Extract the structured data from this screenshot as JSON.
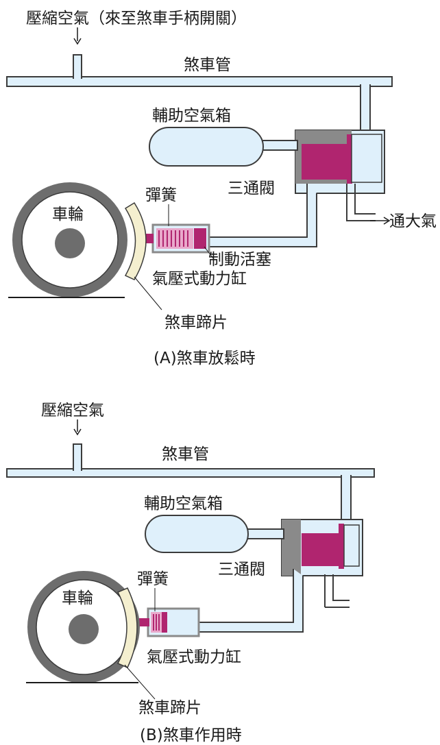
{
  "colors": {
    "pipe_fill": "#dff0fb",
    "pipe_stroke": "#3b3b3b",
    "piston": "#b0256f",
    "spring_fill": "#e9a9cb",
    "valve_body": "#8a8a8a",
    "shoe": "#f4efcf",
    "wheel_tire": "#6d6d6d",
    "hub": "#6d6d6d"
  },
  "panel_a": {
    "label_compressed_air": "壓縮空氣（來至煞車手柄開關）",
    "label_brake_pipe": "煞車管",
    "label_aux_tank": "輔助空氣箱",
    "label_triple_valve": "三通閥",
    "label_spring": "彈簧",
    "label_wheel": "車輪",
    "label_exhaust": "通大氣",
    "label_piston": "制動活塞",
    "label_cylinder": "氣壓式動力缸",
    "label_shoe": "煞車蹄片",
    "caption": "(A)煞車放鬆時"
  },
  "panel_b": {
    "label_compressed_air": "壓縮空氣",
    "label_brake_pipe": "煞車管",
    "label_aux_tank": "輔助空氣箱",
    "label_triple_valve": "三通閥",
    "label_spring": "彈簧",
    "label_wheel": "車輪",
    "label_cylinder": "氣壓式動力缸",
    "label_shoe": "煞車蹄片",
    "caption": "(B)煞車作用時"
  }
}
